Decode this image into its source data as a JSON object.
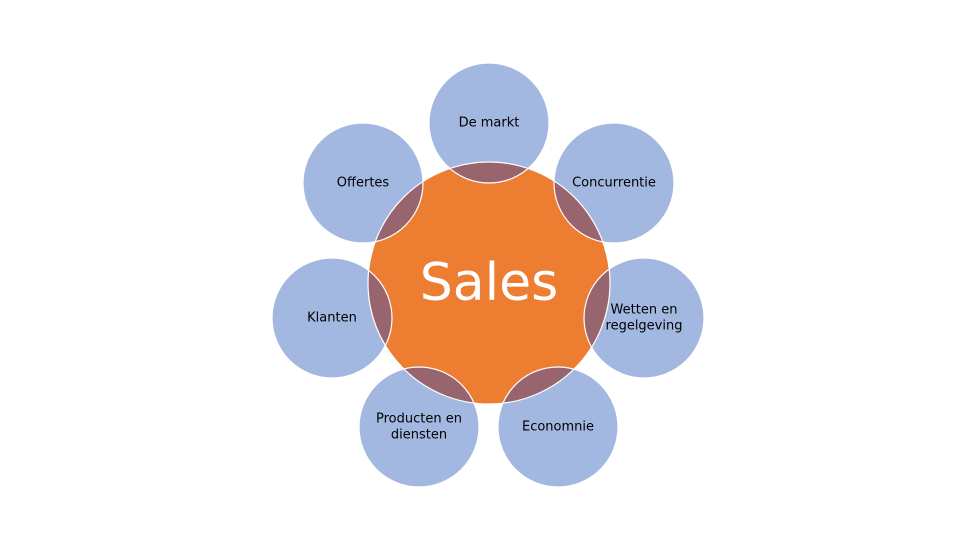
{
  "diagram": {
    "center": {
      "label": "Sales"
    },
    "satellites": [
      {
        "label": [
          "De markt"
        ]
      },
      {
        "label": [
          "Concurrentie"
        ]
      },
      {
        "label": [
          "Wetten en",
          "regelgeving"
        ]
      },
      {
        "label": [
          "Economnie"
        ]
      },
      {
        "label": [
          "Producten en",
          "diensten"
        ]
      },
      {
        "label": [
          "Klanten"
        ]
      },
      {
        "label": [
          "Offertes"
        ]
      }
    ]
  },
  "colors": {
    "center_fill": "#ed7d31",
    "satellite_fill": "#a3b8e0",
    "overlap_fill": "#98646e",
    "outline": "#ffffff",
    "label_center": "#ffffff",
    "label_satellite": "#000000"
  }
}
